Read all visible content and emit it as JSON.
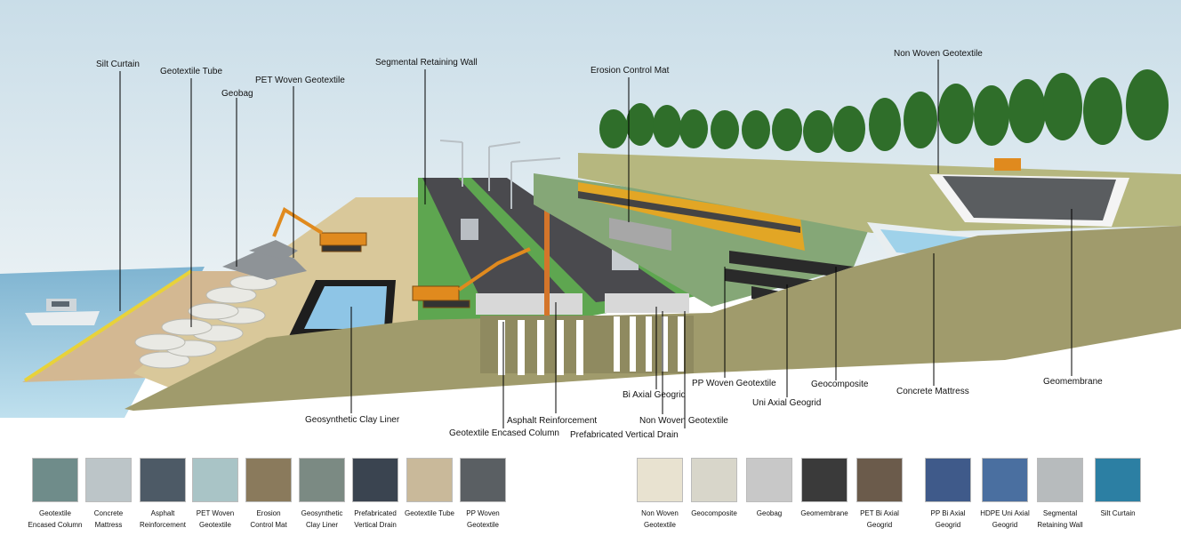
{
  "callouts": [
    {
      "id": "silt-curtain",
      "text": "Silt Curtain"
    },
    {
      "id": "geotextile-tube",
      "text": "Geotextile Tube"
    },
    {
      "id": "geobag",
      "text": "Geobag"
    },
    {
      "id": "pet-woven-geotextile",
      "text": "PET Woven Geotextile"
    },
    {
      "id": "segmental-retaining-wall",
      "text": "Segmental Retaining Wall"
    },
    {
      "id": "erosion-control-mat",
      "text": "Erosion Control Mat"
    },
    {
      "id": "non-woven-geotextile-top",
      "text": "Non Woven Geotextile"
    },
    {
      "id": "geosynthetic-clay-liner",
      "text": "Geosynthetic Clay Liner"
    },
    {
      "id": "asphalt-reinforcement",
      "text": "Asphalt Reinforcement"
    },
    {
      "id": "geotextile-encased-column",
      "text": "Geotextile Encased Column"
    },
    {
      "id": "prefabricated-vertical-drain",
      "text": "Prefabricated Vertical Drain"
    },
    {
      "id": "bi-axial-geogrid",
      "text": "Bi Axial Geogrid"
    },
    {
      "id": "non-woven-geotextile-bottom",
      "text": "Non Woven Geotextile"
    },
    {
      "id": "pp-woven-geotextile",
      "text": "PP Woven  Geotextile"
    },
    {
      "id": "uni-axial-geogrid",
      "text": "Uni Axial Geogrid"
    },
    {
      "id": "geocomposite",
      "text": "Geocomposite"
    },
    {
      "id": "concrete-mattress",
      "text": "Concrete Mattress"
    },
    {
      "id": "geomembrane",
      "text": "Geomembrane"
    }
  ],
  "legend_left": [
    {
      "line1": "Geotextile",
      "line2": "Encased Column",
      "color": "#6f8c8a"
    },
    {
      "line1": "Concrete",
      "line2": "Mattress",
      "color": "#bcc5c8"
    },
    {
      "line1": "Asphalt",
      "line2": "Reinforcement",
      "color": "#4d5a66"
    },
    {
      "line1": "PET Woven",
      "line2": "Geotextile",
      "color": "#a9c4c6"
    },
    {
      "line1": "Erosion",
      "line2": "Control Mat",
      "color": "#8a7a5c"
    },
    {
      "line1": "Geosynthetic",
      "line2": "Clay Liner",
      "color": "#7b8a83"
    },
    {
      "line1": "Prefabricated",
      "line2": "Vertical Drain",
      "color": "#3a4450"
    },
    {
      "line1": "Geotextile Tube",
      "line2": "",
      "color": "#c9b99a"
    },
    {
      "line1": "PP Woven",
      "line2": "Geotextile",
      "color": "#5a5f63"
    }
  ],
  "legend_right": [
    {
      "line1": "Non Woven",
      "line2": "Geotextile",
      "color": "#e8e2d0"
    },
    {
      "line1": "Geocomposite",
      "line2": "",
      "color": "#d8d6ca"
    },
    {
      "line1": "Geobag",
      "line2": "",
      "color": "#c8c8c8"
    },
    {
      "line1": "Geomembrane",
      "line2": "",
      "color": "#3a3a3a"
    },
    {
      "line1": "PET Bi Axial",
      "line2": "Geogrid",
      "color": "#6b5b4b"
    },
    {
      "line1": "PP Bi Axial",
      "line2": "Geogrid",
      "color": "#3f5a8a"
    },
    {
      "line1": "HDPE Uni Axial",
      "line2": "Geogrid",
      "color": "#4a6fa0"
    },
    {
      "line1": "Segmental",
      "line2": "Retaining Wall",
      "color": "#b7bbbd"
    },
    {
      "line1": "Silt Curtain",
      "line2": "",
      "color": "#2c7fa3"
    }
  ]
}
